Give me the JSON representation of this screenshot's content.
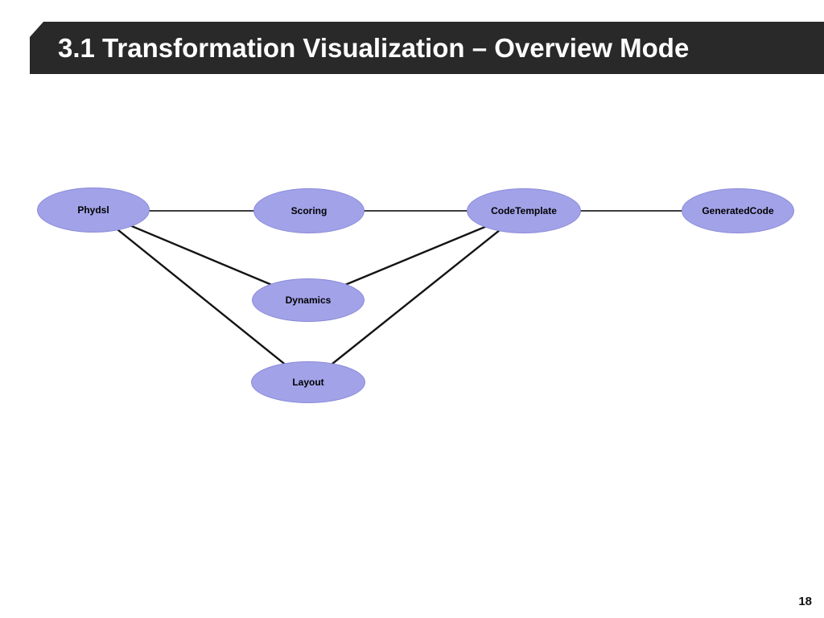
{
  "header": {
    "title": "3.1 Transformation Visualization – Overview Mode",
    "background_color": "#292929",
    "text_color": "#ffffff"
  },
  "diagram": {
    "nodes": [
      {
        "id": "phydsl",
        "label": "Phydsl"
      },
      {
        "id": "scoring",
        "label": "Scoring"
      },
      {
        "id": "codetemplate",
        "label": "CodeTemplate"
      },
      {
        "id": "generatedcode",
        "label": "GeneratedCode"
      },
      {
        "id": "dynamics",
        "label": "Dynamics"
      },
      {
        "id": "layout",
        "label": "Layout"
      }
    ],
    "edges": [
      {
        "from": "Phydsl",
        "to": "Scoring"
      },
      {
        "from": "Scoring",
        "to": "CodeTemplate"
      },
      {
        "from": "CodeTemplate",
        "to": "GeneratedCode"
      },
      {
        "from": "Phydsl",
        "to": "Dynamics"
      },
      {
        "from": "Phydsl",
        "to": "Layout"
      },
      {
        "from": "Dynamics",
        "to": "CodeTemplate"
      },
      {
        "from": "Layout",
        "to": "CodeTemplate"
      }
    ],
    "colors": {
      "node_fill": "#a2a2e9",
      "node_border": "#8a8ad8",
      "edge_diagonal": "#141414",
      "edge_horizontal": "#3d3d3d"
    }
  },
  "footer": {
    "page_number": "18"
  }
}
